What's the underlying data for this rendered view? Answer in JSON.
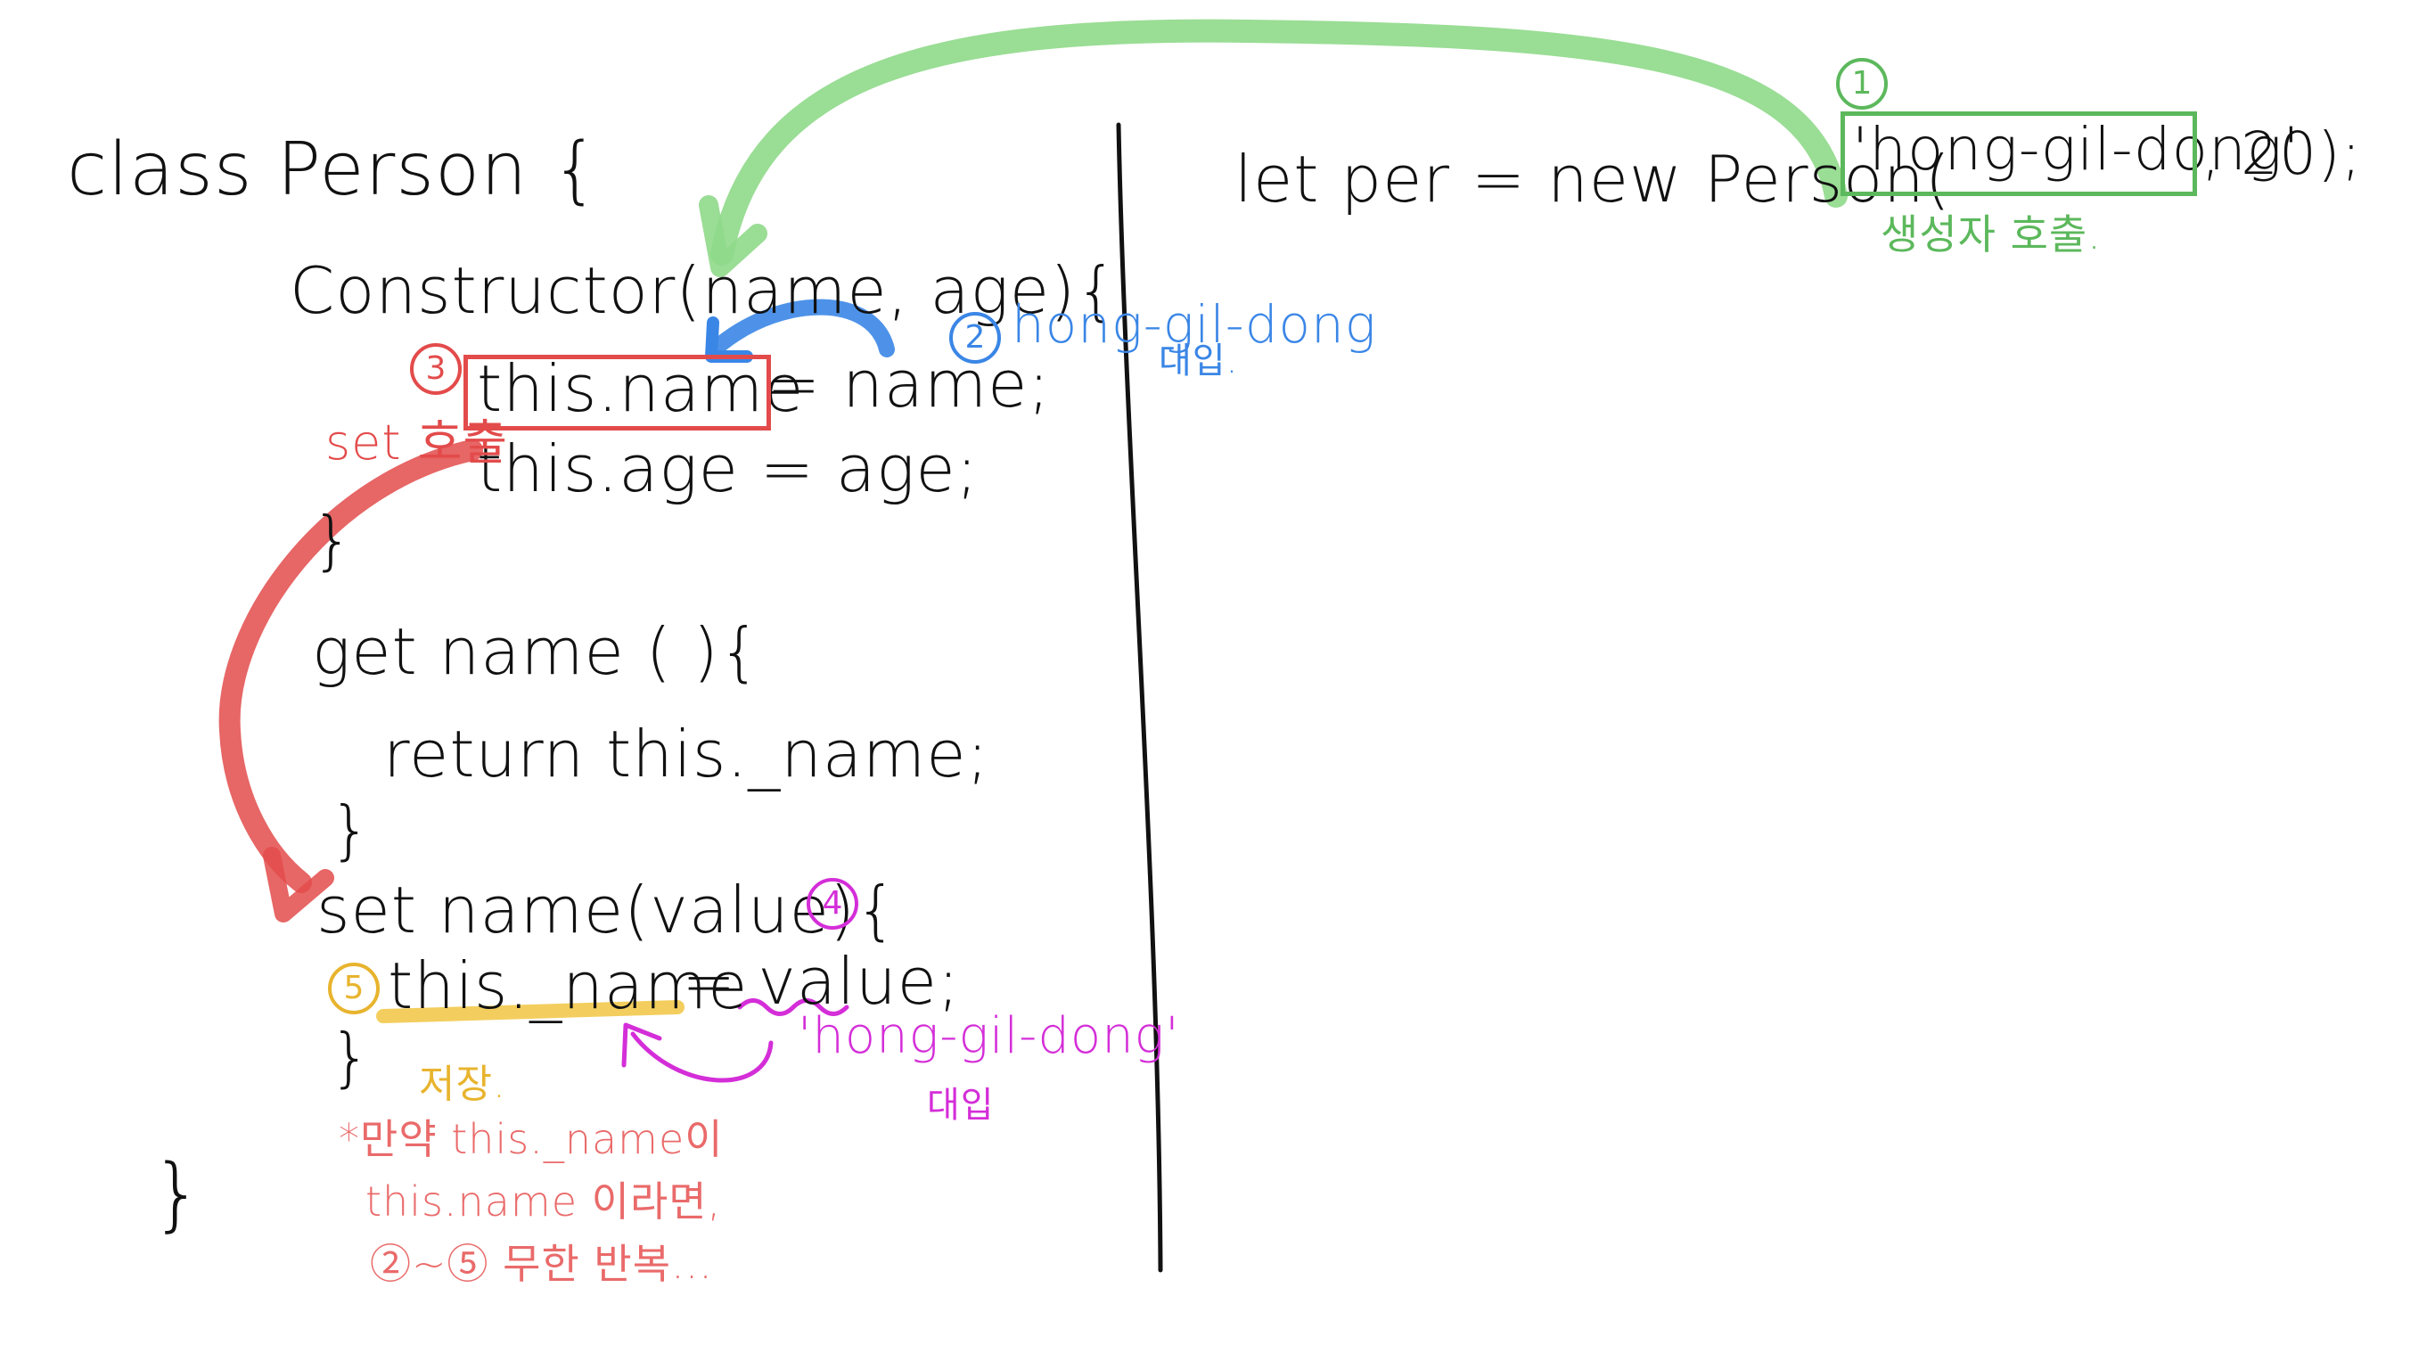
{
  "code_lines": [
    "class  Person {",
    "Constructor(name, age){",
    "this.name",
    "= name;",
    "this.age = age;",
    "}",
    "get name ( ){",
    "return  this._name;",
    "}",
    "set name(value){",
    "this._name",
    "= value;",
    "}",
    "}"
  ],
  "call_line": {
    "prefix": "let  per =  new Person(",
    "arg": "'hong-gil-dong'",
    "suffix": ", 20);"
  },
  "annotations": {
    "step1_number": "1",
    "step1_label": "생성자 호출.",
    "step2_number": "2",
    "step2_label": "hong-gil-dong",
    "step2_sub": "대입.",
    "step3_number": "3",
    "step3_label": "set 호출",
    "step4_number": "4",
    "step4_label": "'hong-gil-dong'",
    "step4_sub": "대입",
    "step5_number": "5",
    "step5_label": "저장.",
    "warning_line1": "*만약  this._name이",
    "warning_line2": "this.name 이라면,",
    "warning_line3": "②~⑤ 무한 반복..."
  },
  "colors": {
    "ink": "#111111",
    "green": "#8fd989",
    "green_text": "#5cb85c",
    "blue": "#3a86e6",
    "red": "#e34b4b",
    "red_note": "#ea6a6a",
    "magenta": "#d42ed8",
    "yellow": "#f2c94c",
    "yellow_text": "#e8b42e"
  }
}
